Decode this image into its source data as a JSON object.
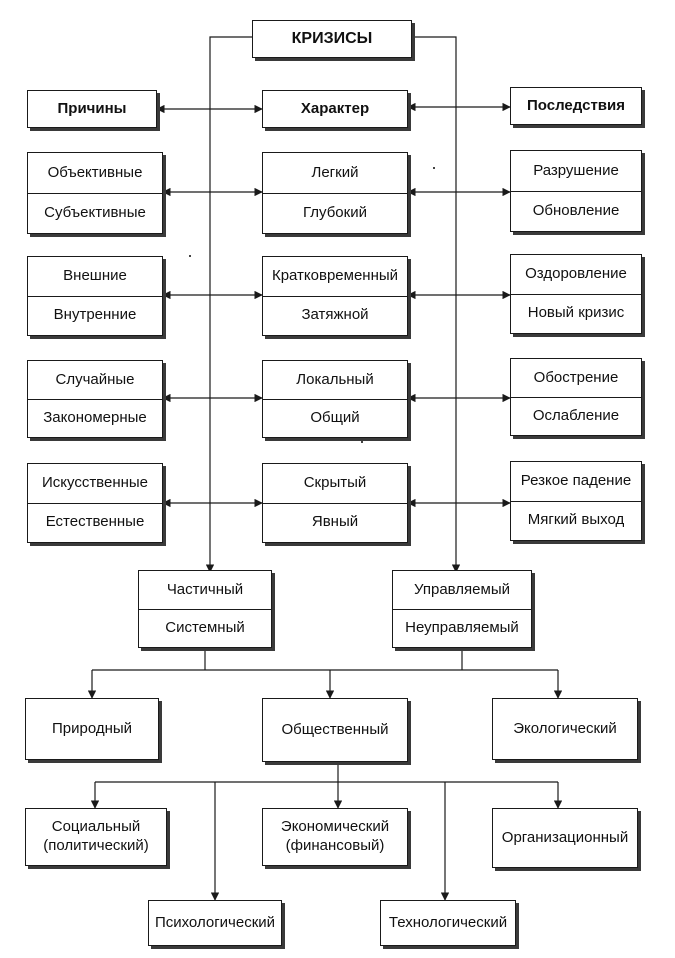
{
  "title": "КРИЗИСЫ",
  "headers": {
    "causes": "Причины",
    "nature": "Характер",
    "consequences": "Последствия"
  },
  "causes": [
    [
      "Объективные",
      "Субъективные"
    ],
    [
      "Внешние",
      "Внутренние"
    ],
    [
      "Случайные",
      "Закономерные"
    ],
    [
      "Искусственные",
      "Естественные"
    ]
  ],
  "nature": [
    [
      "Легкий",
      "Глубокий"
    ],
    [
      "Кратковременный",
      "Затяжной"
    ],
    [
      "Локальный",
      "Общий"
    ],
    [
      "Скрытый",
      "Явный"
    ]
  ],
  "consequences": [
    [
      "Разрушение",
      "Обновление"
    ],
    [
      "Оздоровление",
      "Новый кризис"
    ],
    [
      "Обострение",
      "Ослабление"
    ],
    [
      "Резкое падение",
      "Мягкий выход"
    ]
  ],
  "scope": [
    "Частичный",
    "Системный"
  ],
  "control": [
    "Управляемый",
    "Неуправляемый"
  ],
  "kinds": {
    "natural": "Природный",
    "social": "Общественный",
    "ecological": "Экологический"
  },
  "social_kinds": {
    "social_political": "Социальный\n(политический)",
    "economic": "Экономический\n(финансовый)",
    "organizational": "Организационный",
    "psychological": "Психологический",
    "technological": "Технологический"
  }
}
